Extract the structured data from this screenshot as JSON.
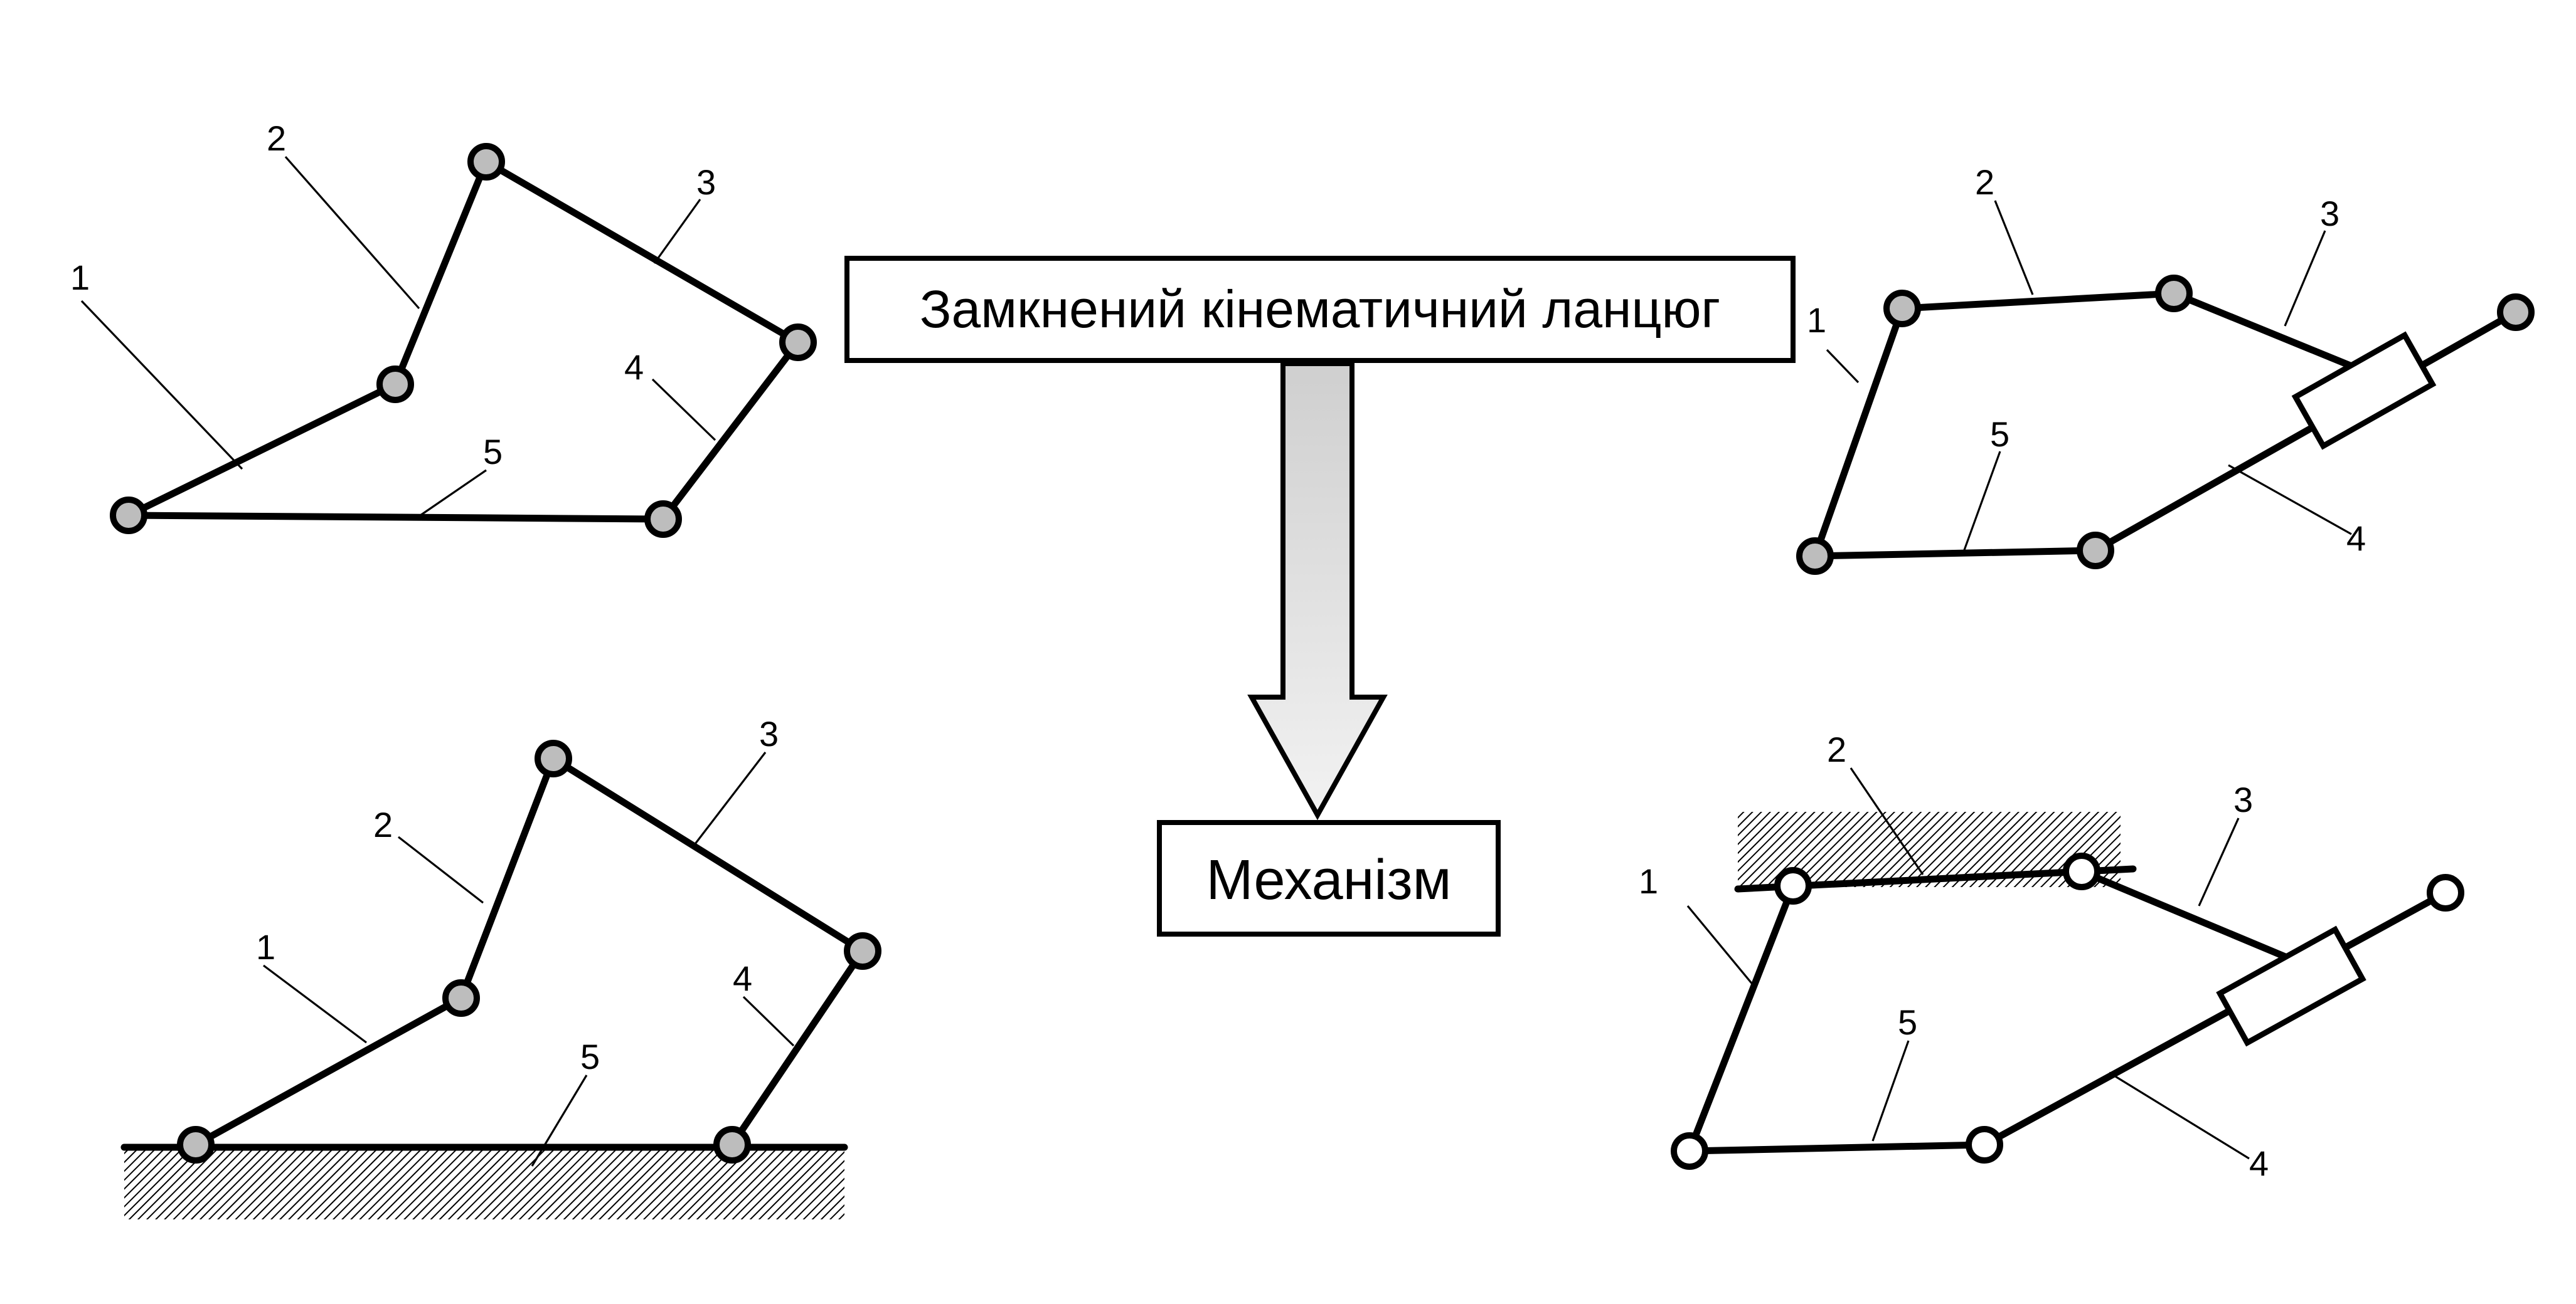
{
  "chain_box": {
    "label": "Замкнений кінематичний ланцюг"
  },
  "mechanism_box": {
    "label": "Механізм"
  },
  "link_numbers": [
    "1",
    "2",
    "3",
    "4",
    "5"
  ],
  "colors": {
    "joint_fill": "#bdbdbd",
    "arrow_fill": "#e0e0e0",
    "hatch": "#000000"
  }
}
